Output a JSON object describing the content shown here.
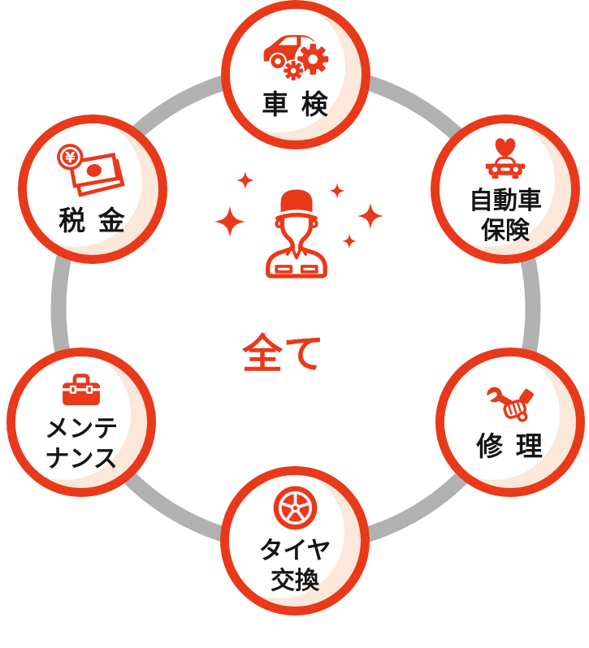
{
  "colors": {
    "accent_red": "#e8391a",
    "crescent_cream": "#fbe8da",
    "ring_gray": "#b1b1b1",
    "label_text": "#151515",
    "background": "#ffffff"
  },
  "center": {
    "label": "全て",
    "icon": "mechanic-icon",
    "decor": "sparkle-icons",
    "ring": "connector-ring"
  },
  "nodes": [
    {
      "id": "vehicle-inspection",
      "icon": "car-gears-icon",
      "lines": [
        "車 検"
      ]
    },
    {
      "id": "auto-insurance",
      "icon": "heart-car-icon",
      "lines": [
        "自動車",
        "保険"
      ]
    },
    {
      "id": "repair",
      "icon": "wrench-hand-icon",
      "lines": [
        "修 理"
      ]
    },
    {
      "id": "tire-change",
      "icon": "tire-wheel-icon",
      "lines": [
        "タイヤ",
        "交換"
      ]
    },
    {
      "id": "maintenance",
      "icon": "toolbox-icon",
      "lines": [
        "メンテ",
        "ナンス"
      ]
    },
    {
      "id": "tax",
      "icon": "money-coin-icon",
      "lines": [
        "税 金"
      ],
      "coin_symbol": "¥"
    }
  ]
}
